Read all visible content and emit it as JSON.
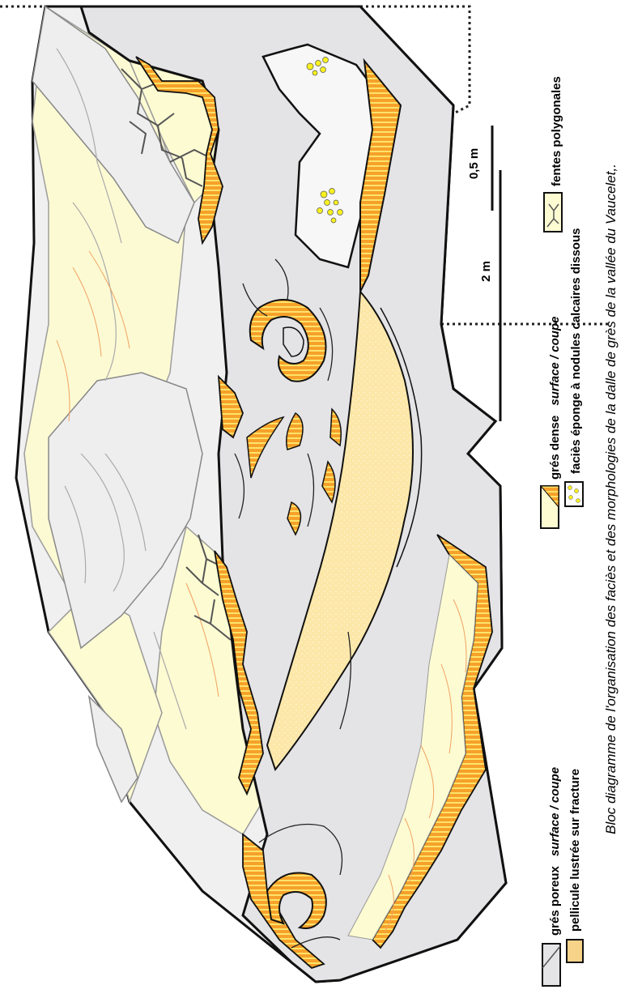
{
  "legend": {
    "items": [
      {
        "label": "grés poreux",
        "qualifier": "surface / coupe"
      },
      {
        "label": "pellicule lustrée sur fracture"
      },
      {
        "label": "grés dense",
        "qualifier": "surface / coupe"
      },
      {
        "label": "faciès éponge à nodules calcaires dissous"
      },
      {
        "label": "fentes polygonales"
      }
    ]
  },
  "scale": {
    "small": "0,5 m",
    "large": "2 m"
  },
  "caption": "Bloc diagramme de l'organisation des faciès et des morphologies de la dalle de grès de la vallée du Vaucelet,.",
  "colors": {
    "porous_sandstone": "#e8e8ea",
    "dense_sandstone_surface": "#fdfbd2",
    "dense_sandstone_cut": "#f6a12a",
    "fracture_film": "#fde7a8",
    "sponge_nodules": "#f7f01e",
    "outline": "#111111"
  }
}
